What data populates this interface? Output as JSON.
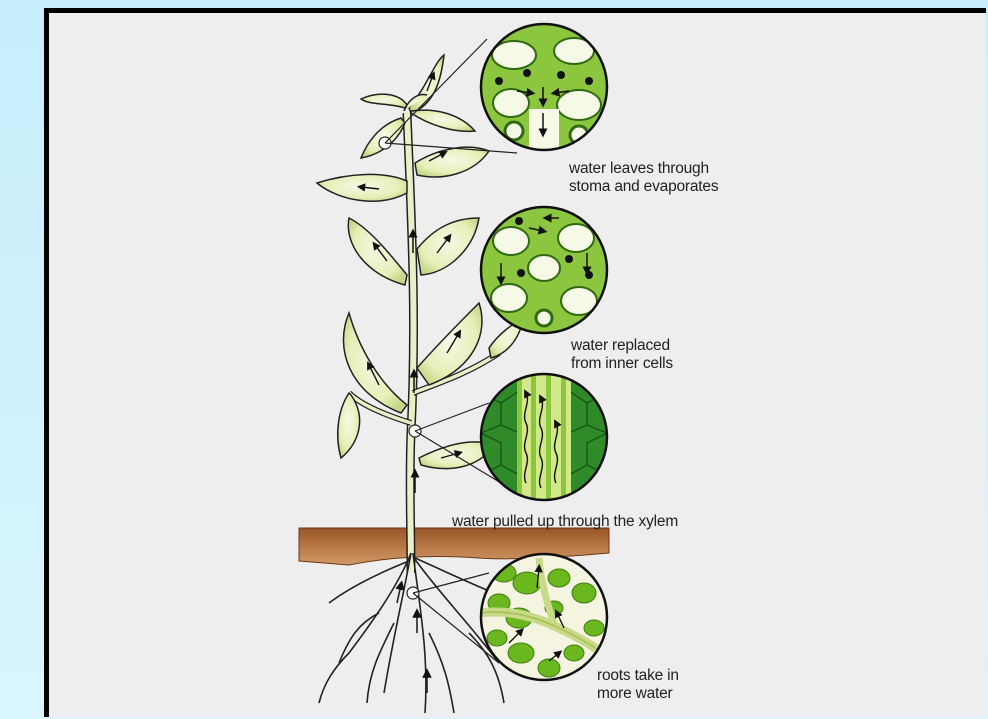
{
  "colors": {
    "background_gradient_top": "#c6eefc",
    "frame": "#000000",
    "panel": "#eeeeee",
    "leaf_fill": "#f3f6d8",
    "leaf_edge": "#222222",
    "cell_green": "#6ab81e",
    "xylem_dark_green": "#2f8a2a",
    "soil": "#b26a38"
  },
  "labels": {
    "stoma": "water leaves through\nstoma and evaporates",
    "inner_cells": "water replaced\nfrom inner cells",
    "xylem": "water pulled up through the xylem",
    "roots": "roots take in\nmore water"
  }
}
